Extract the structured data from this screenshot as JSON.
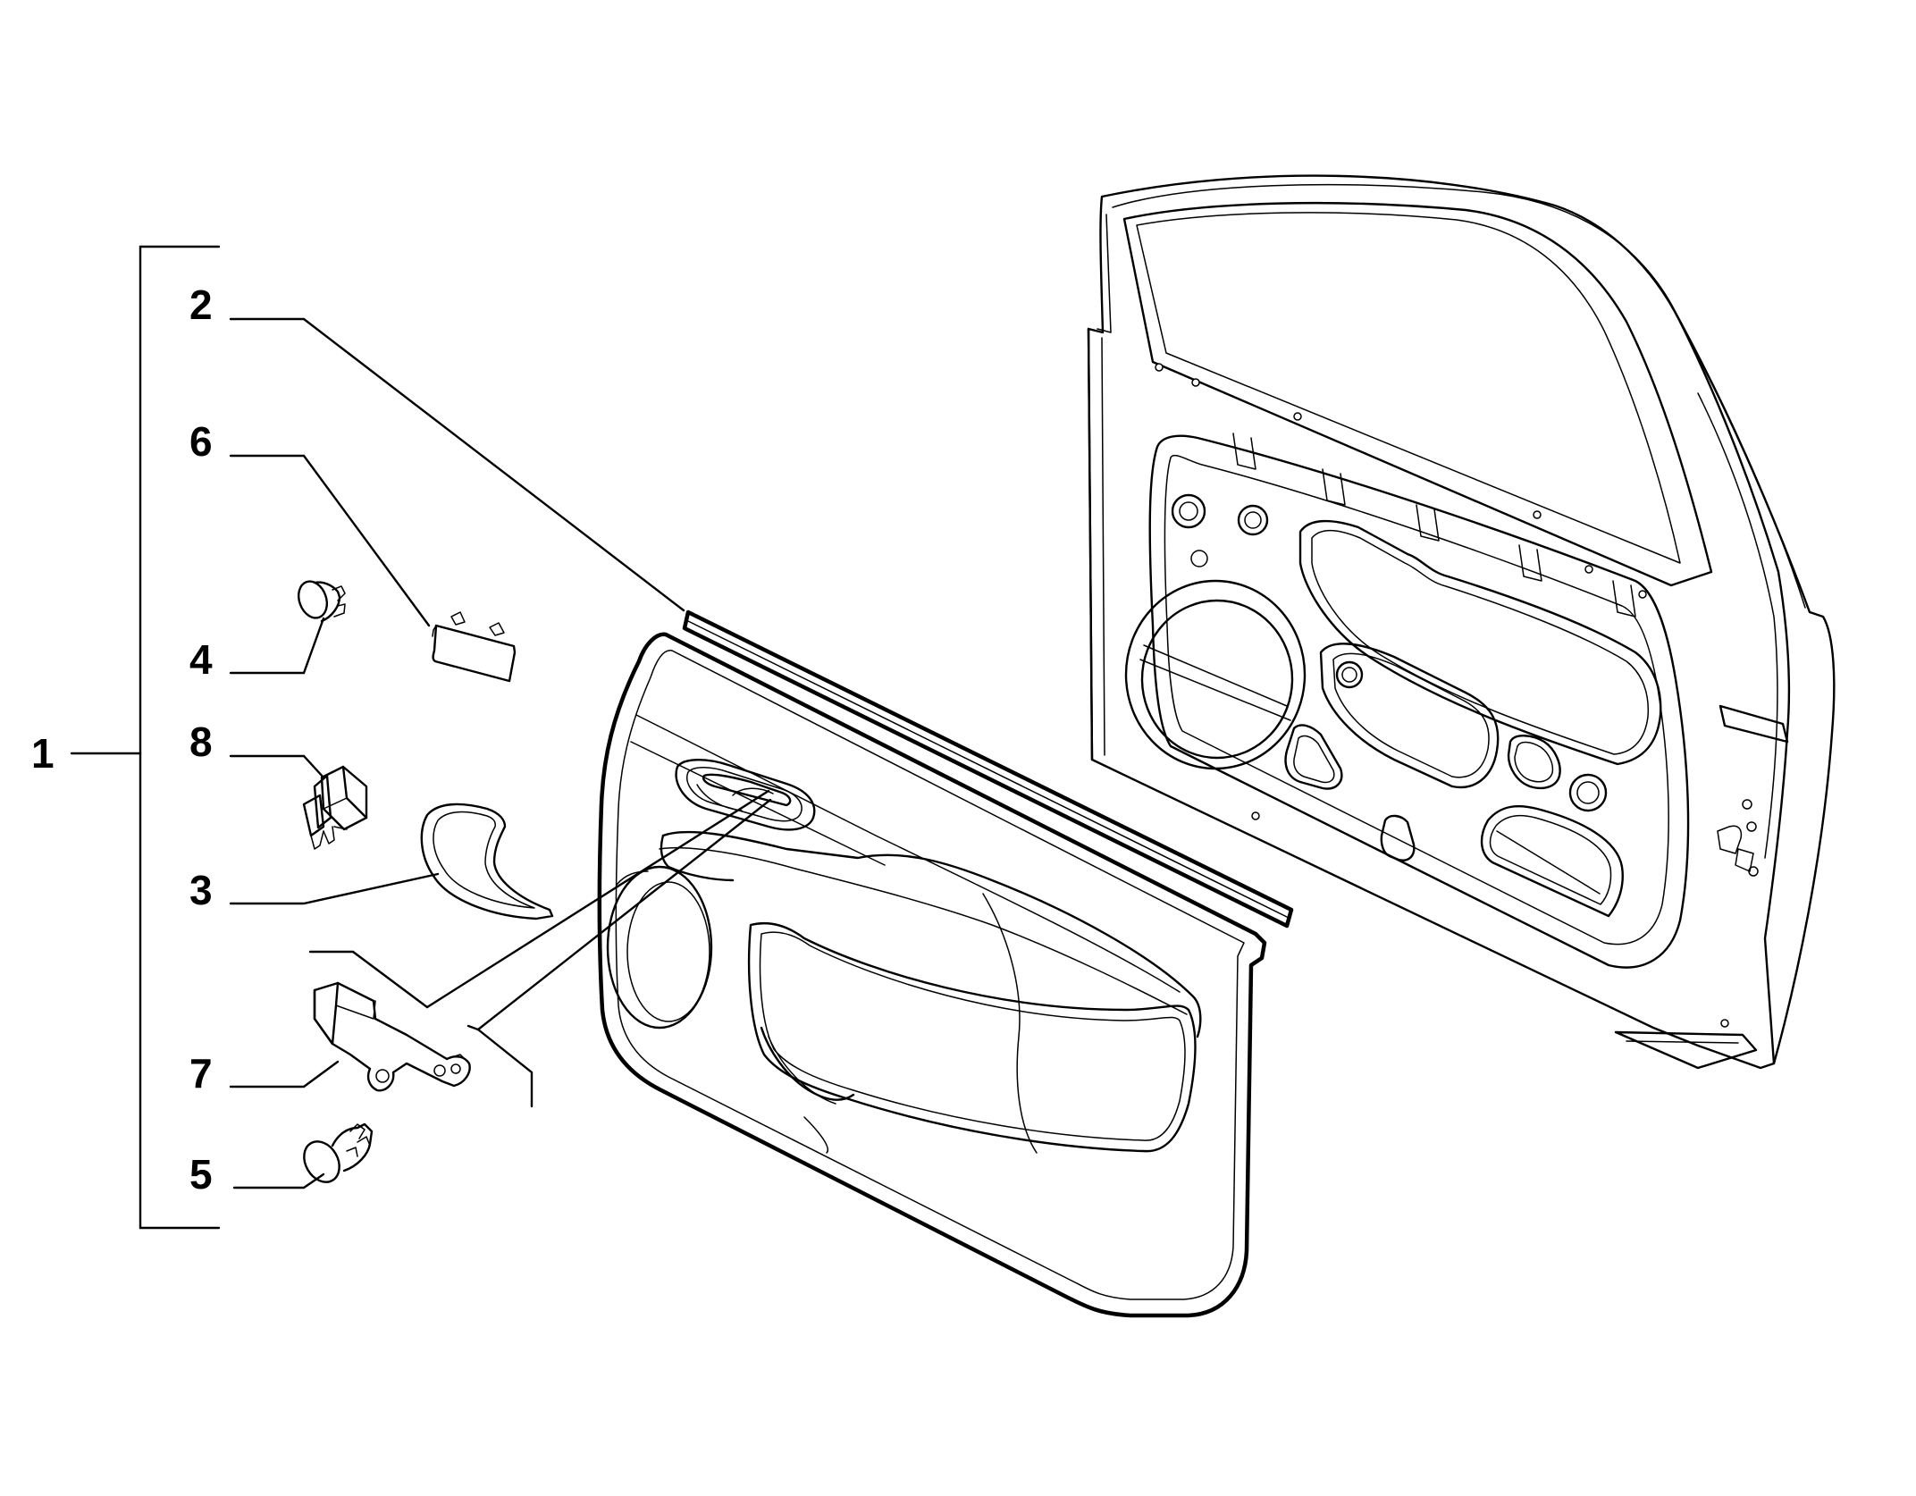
{
  "diagram": {
    "type": "exploded-parts-diagram",
    "callouts": [
      {
        "id": "1",
        "label": "1"
      },
      {
        "id": "2",
        "label": "2"
      },
      {
        "id": "3",
        "label": "3"
      },
      {
        "id": "4",
        "label": "4"
      },
      {
        "id": "5",
        "label": "5"
      },
      {
        "id": "6",
        "label": "6"
      },
      {
        "id": "7",
        "label": "7"
      },
      {
        "id": "8",
        "label": "8"
      }
    ],
    "parts": [
      {
        "callout": "1",
        "name": "door-trim-panel-assembly"
      },
      {
        "callout": "2",
        "name": "window-seal-strip"
      },
      {
        "callout": "3",
        "name": "speaker-grille"
      },
      {
        "callout": "4",
        "name": "trim-clip"
      },
      {
        "callout": "5",
        "name": "push-rivet"
      },
      {
        "callout": "6",
        "name": "cover-cap"
      },
      {
        "callout": "7",
        "name": "handle-bracket"
      },
      {
        "callout": "8",
        "name": "fastener-clip"
      }
    ],
    "line_color": "#000000",
    "background_color": "#ffffff"
  }
}
